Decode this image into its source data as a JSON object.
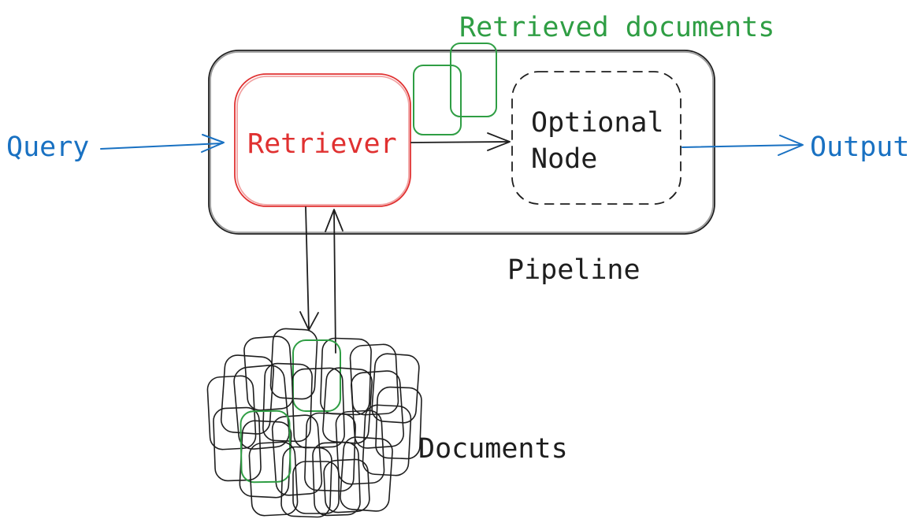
{
  "diagram": {
    "query_label": "Query",
    "output_label": "Output",
    "pipeline": {
      "label": "Pipeline",
      "retriever_label": "Retriever",
      "optional_node_line1": "Optional",
      "optional_node_line2": "Node"
    },
    "retrieved_documents_label": "Retrieved documents",
    "documents_label": "Documents",
    "icons": [
      "retrieved-document-stack-icon",
      "documents-cluster-icon",
      "arrow-right-icon",
      "arrow-down-icon",
      "arrow-up-icon"
    ]
  },
  "colors": {
    "blue": "#1971c2",
    "red": "#e03131",
    "green": "#2f9e44",
    "ink": "#1e1e1e",
    "background": "#ffffff"
  }
}
